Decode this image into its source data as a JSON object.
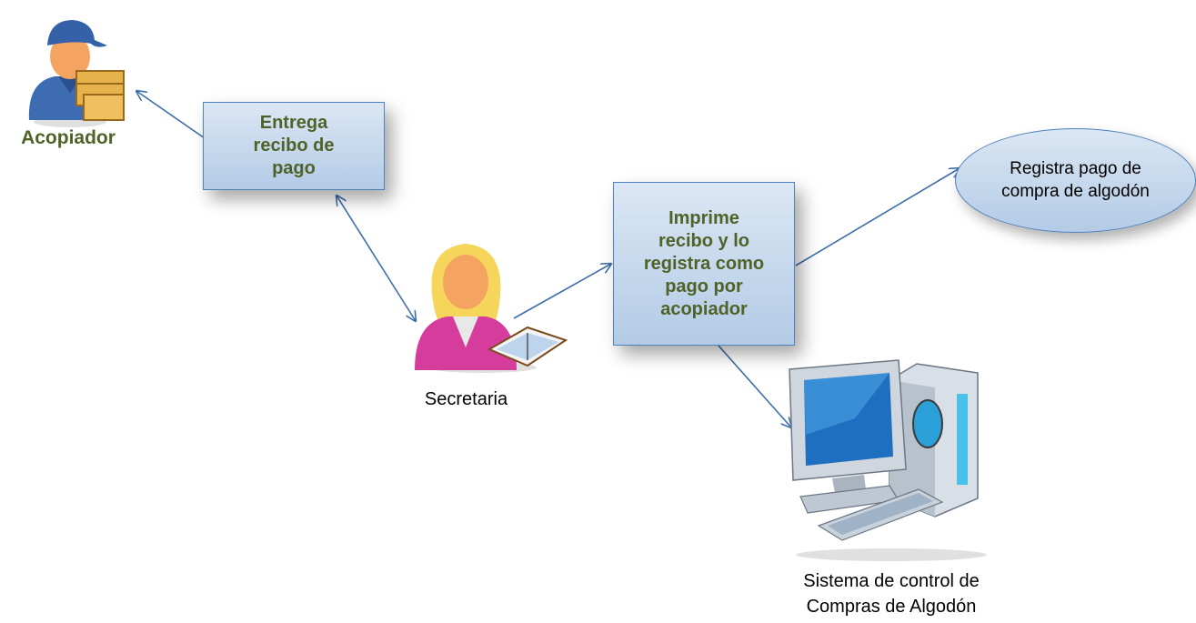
{
  "actors": {
    "acopiador": "Acopiador",
    "secretaria": "Secretaria",
    "sistema": "Sistema de control de\nCompras de Algodón"
  },
  "boxes": {
    "entrega": "Entrega\nrecibo de\npago",
    "imprime": "Imprime\nrecibo y lo\nregistra como\npago por\nacopiador"
  },
  "ellipse": {
    "registra": "Registra pago de\ncompra de algodón"
  },
  "icons": [
    "delivery-worker-icon",
    "secretary-icon",
    "computer-icon"
  ],
  "colors": {
    "box_border": "#4f81bd",
    "box_fill": "#c6d9f0",
    "arrow": "#3d6ea8",
    "acopiador_text": "#4f6228",
    "entrega_text": "#4f6228",
    "imprime_text": "#4f6228"
  }
}
